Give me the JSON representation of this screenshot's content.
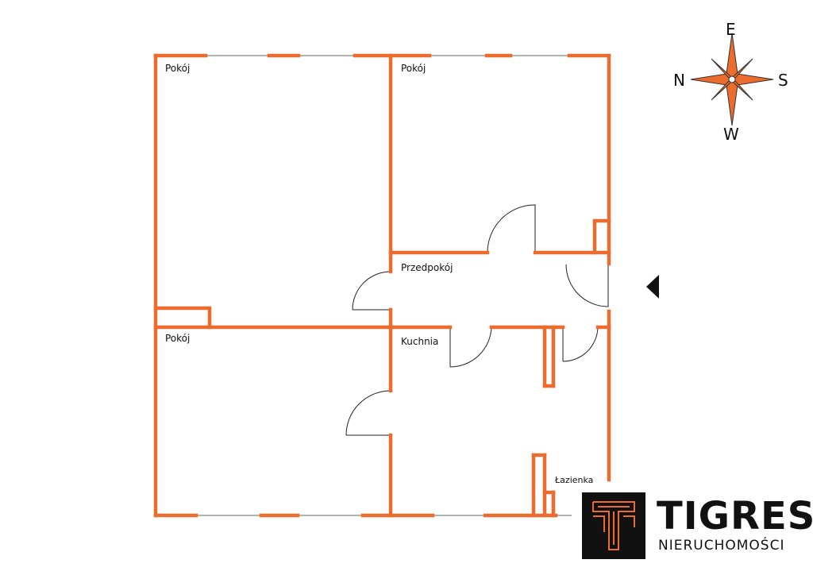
{
  "colors": {
    "wall": "#EB6C2C",
    "window": "#999999",
    "ink": "#111111",
    "logo_bg": "#111111"
  },
  "rooms": {
    "top_left": "Pokój",
    "top_right": "Pokój",
    "hall": "Przedpokój",
    "bottom_left": "Pokój",
    "kitchen": "Kuchnia",
    "bathroom": "Łazienka"
  },
  "compass": {
    "top": "E",
    "left": "N",
    "right": "S",
    "bottom": "W"
  },
  "logo": {
    "brand": "TIGRES",
    "subtitle": "NIERUCHOMOŚCI"
  },
  "icons": {
    "entrance": "entrance-arrow-icon",
    "compass": "compass-rose-icon"
  }
}
